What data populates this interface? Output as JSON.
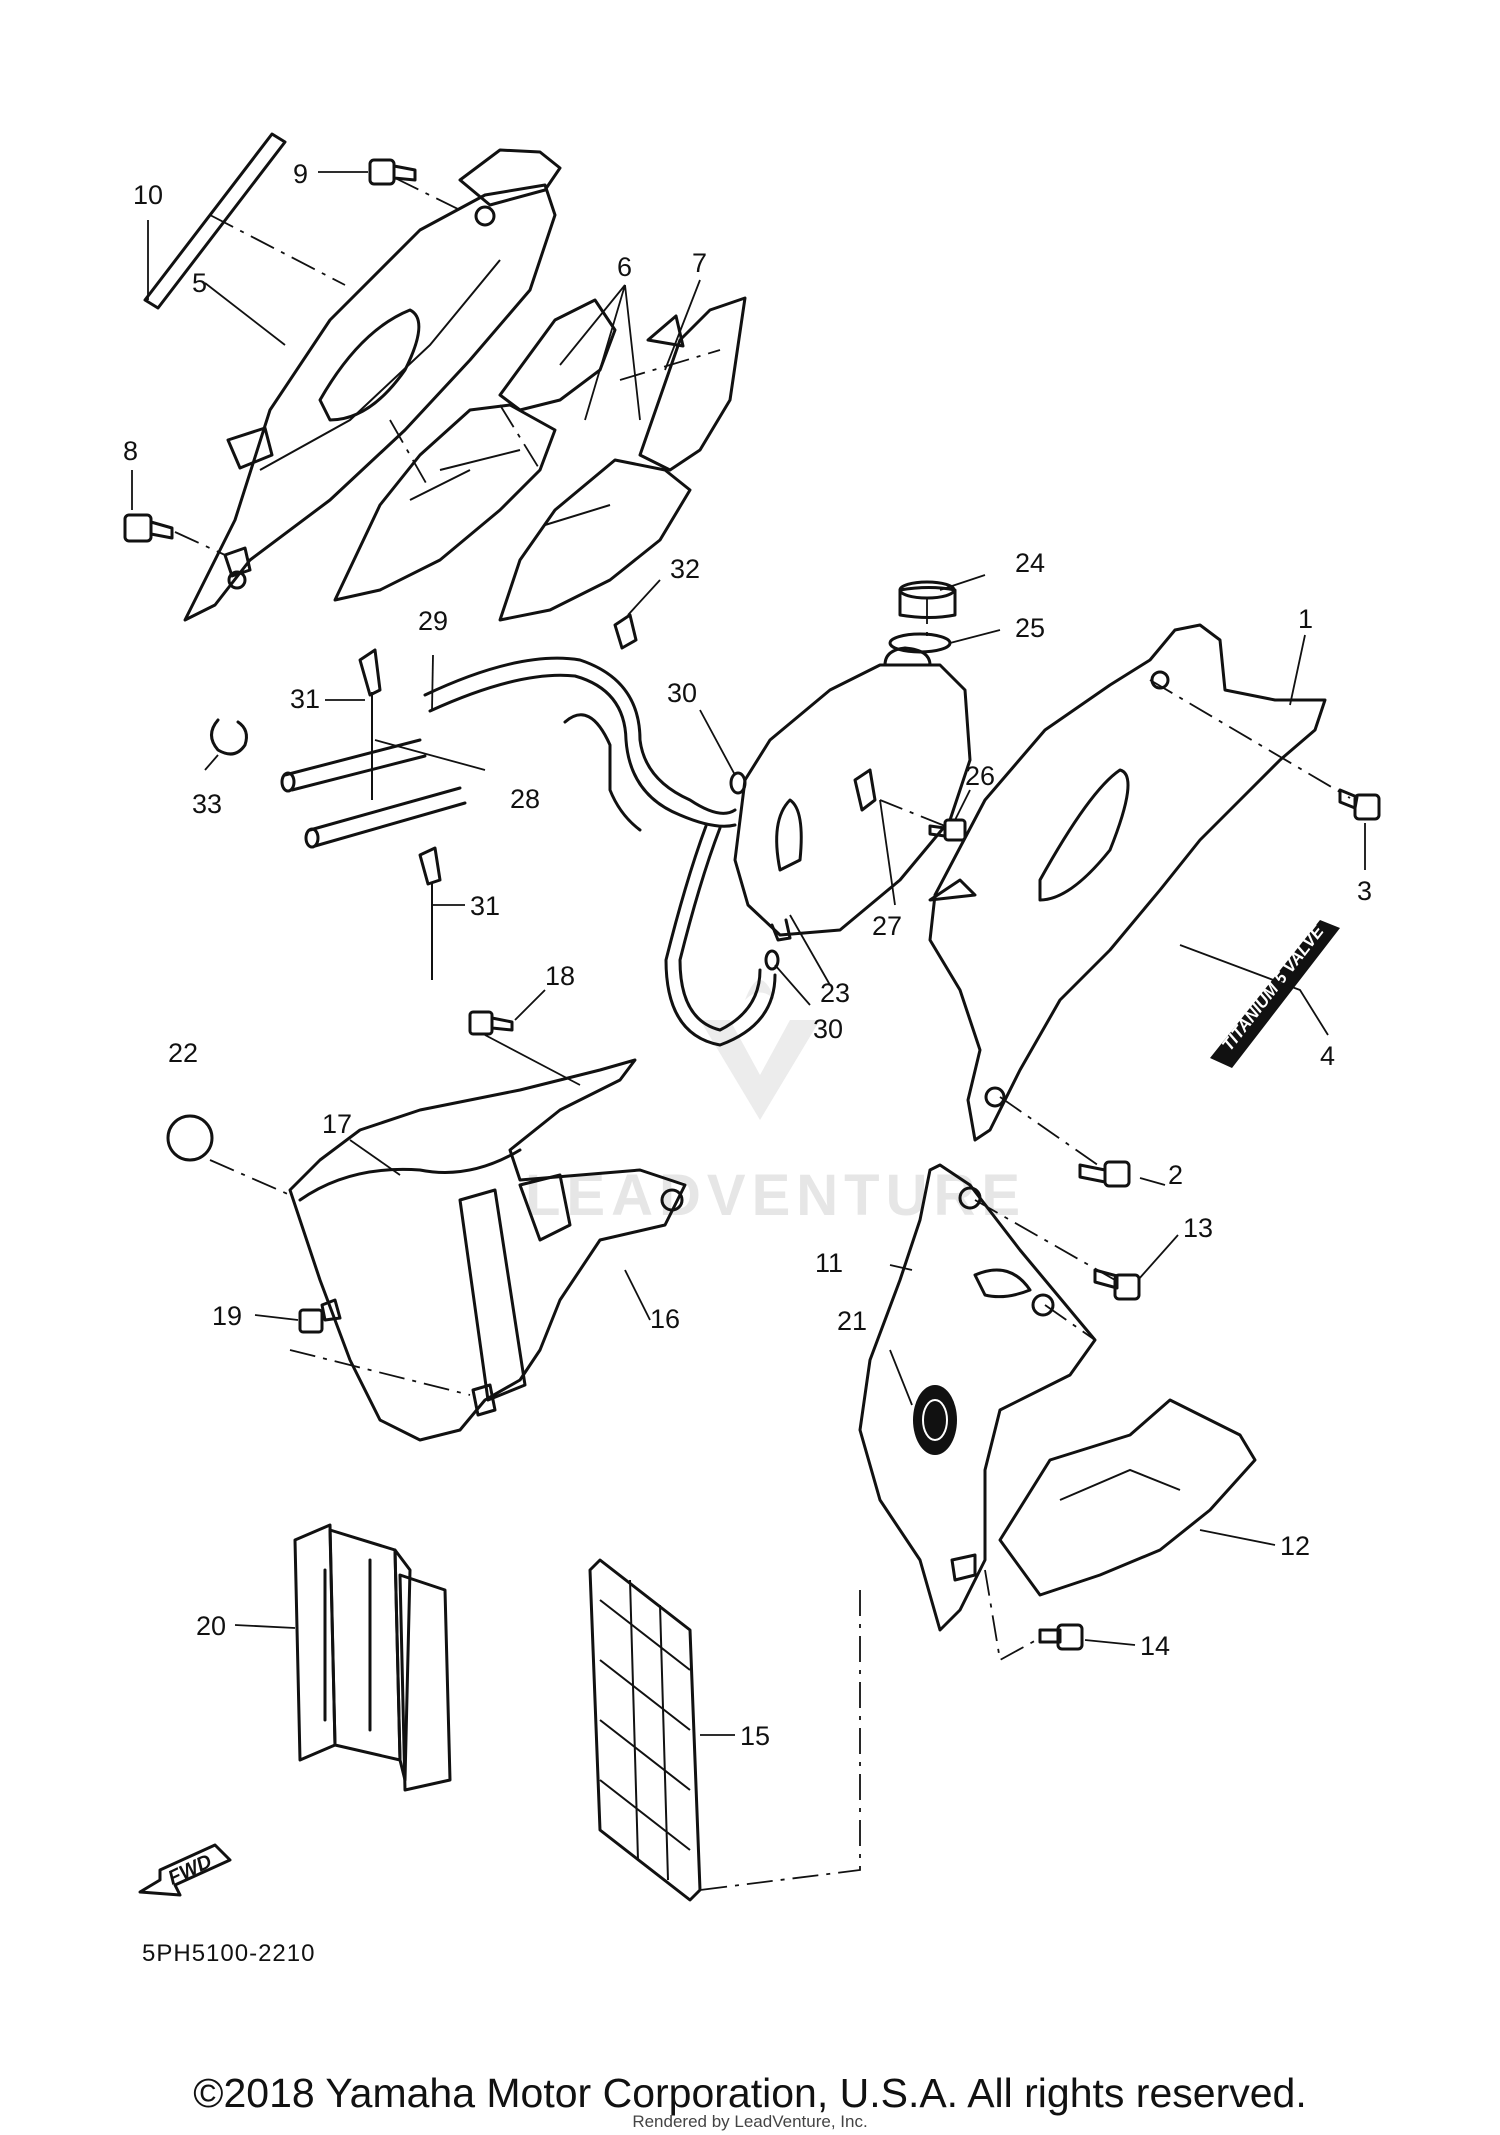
{
  "diagram": {
    "callouts": [
      {
        "id": "c1",
        "text": "1"
      },
      {
        "id": "c2",
        "text": "2"
      },
      {
        "id": "c3",
        "text": "3"
      },
      {
        "id": "c4",
        "text": "4"
      },
      {
        "id": "c5",
        "text": "5"
      },
      {
        "id": "c6",
        "text": "6"
      },
      {
        "id": "c7",
        "text": "7"
      },
      {
        "id": "c8",
        "text": "8"
      },
      {
        "id": "c9",
        "text": "9"
      },
      {
        "id": "c10",
        "text": "10"
      },
      {
        "id": "c11",
        "text": "11"
      },
      {
        "id": "c12",
        "text": "12"
      },
      {
        "id": "c13",
        "text": "13"
      },
      {
        "id": "c14",
        "text": "14"
      },
      {
        "id": "c15",
        "text": "15"
      },
      {
        "id": "c16",
        "text": "16"
      },
      {
        "id": "c17",
        "text": "17"
      },
      {
        "id": "c18",
        "text": "18"
      },
      {
        "id": "c19",
        "text": "19"
      },
      {
        "id": "c20",
        "text": "20"
      },
      {
        "id": "c21",
        "text": "21"
      },
      {
        "id": "c22",
        "text": "22"
      },
      {
        "id": "c23",
        "text": "23"
      },
      {
        "id": "c24",
        "text": "24"
      },
      {
        "id": "c25",
        "text": "25"
      },
      {
        "id": "c26",
        "text": "26"
      },
      {
        "id": "c27",
        "text": "27"
      },
      {
        "id": "c28",
        "text": "28"
      },
      {
        "id": "c29",
        "text": "29"
      },
      {
        "id": "c30a",
        "text": "30"
      },
      {
        "id": "c30b",
        "text": "30"
      },
      {
        "id": "c31a",
        "text": "31"
      },
      {
        "id": "c31b",
        "text": "31"
      },
      {
        "id": "c32",
        "text": "32"
      },
      {
        "id": "c33",
        "text": "33"
      }
    ],
    "decal_text": "TITANIUM 5 VALVE",
    "fwd_label": "FWD",
    "diagram_code": "5PH5100-2210",
    "watermark": "LEADVENTURE",
    "copyright": "©2018 Yamaha Motor Corporation, U.S.A. All rights reserved.",
    "rendered_by": "Rendered by LeadVenture, Inc."
  }
}
